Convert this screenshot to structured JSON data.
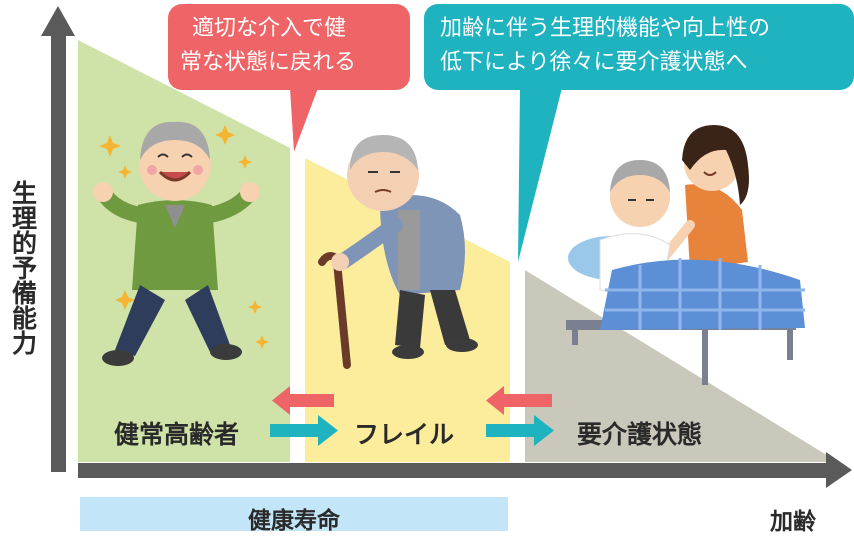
{
  "colors": {
    "healthy_bg": "#cfe3a8",
    "frail_bg": "#fbed9c",
    "care_bg": "#c9c8bb",
    "axis": "#5a5a5a",
    "improve_arrow": "#ef6466",
    "decline_arrow": "#1fb3c0",
    "bubble_red": "#ef6466",
    "bubble_teal": "#1fb3c0",
    "lifespan_bar": "#c2e5f8"
  },
  "bubbles": {
    "intervention_line1": "適切な介入で健",
    "intervention_line2": "常な状態に戻れる",
    "decline_line1": "加齢に伴う生理的機能や向上性の",
    "decline_line2": "低下により徐々に要介護状態へ"
  },
  "axes": {
    "y_label": "生理的予備能力",
    "x_label": "加齢"
  },
  "stages": {
    "healthy": "健常高齢者",
    "frailty": "フレイル",
    "care": "要介護状態"
  },
  "healthy_lifespan": "健康寿命",
  "illustrations": {
    "healthy_person": "elderly-man-flexing-icon",
    "frail_person": "elderly-man-with-cane-icon",
    "care_person": "bedridden-elder-with-caregiver-icon"
  }
}
